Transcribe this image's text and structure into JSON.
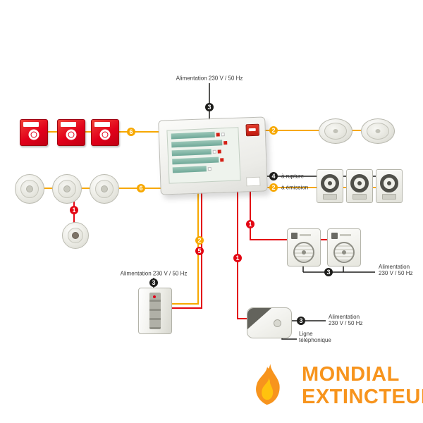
{
  "brand": {
    "line1": "MONDIAL",
    "line2": "EXTINCTEUR"
  },
  "labels": {
    "power_top": "Alimentation 230 V / 50 Hz",
    "rupture": "à rupture",
    "emission": "à émission",
    "dials_power_l1": "Alimentation",
    "dials_power_l2": "230 V / 50 Hz",
    "left_power": "Alimentation 230 V / 50 Hz",
    "phone_power_l1": "Alimentation",
    "phone_power_l2": "230 V / 50 Hz",
    "phone_line_l1": "Ligne",
    "phone_line_l2": "téléphonique"
  },
  "markers": {
    "power_top": "3",
    "callpoints": "6",
    "detectors": "6",
    "single_detector": "1",
    "sounders": "2",
    "rupture": "4",
    "emission": "2",
    "dials_line": "1",
    "dials_power": "3",
    "left_line_top": "2",
    "left_line_bottom": "5",
    "left_power": "3",
    "phone_line": "1",
    "phone_power": "3"
  },
  "colors": {
    "wire_orange": "#F7A800",
    "wire_red": "#E30613",
    "wire_black": "#1D1D1B",
    "device_red": "#E2001A",
    "brand_orange": "#F7941D",
    "brand_yellow": "#FFC20E"
  }
}
